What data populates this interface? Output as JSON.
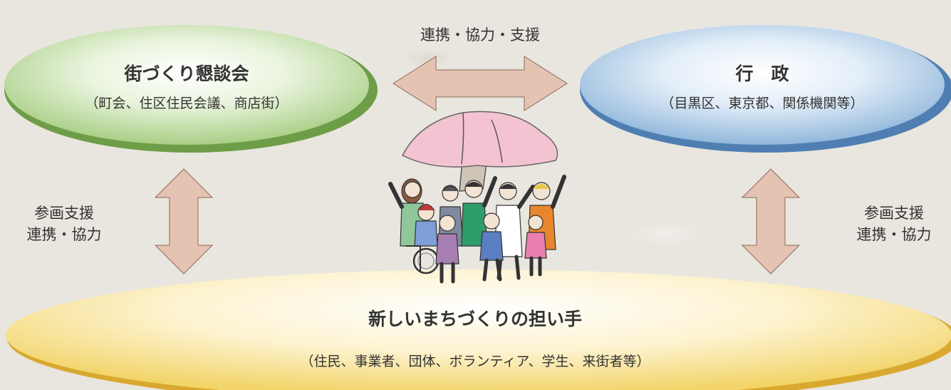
{
  "left_node": {
    "title": "街づくり懇談会",
    "subtitle": "（町会、住区住民会議、商店街）"
  },
  "right_node": {
    "title": "行　政",
    "subtitle": "（目黒区、東京都、関係機関等）"
  },
  "bottom_node": {
    "title": "新しいまちづくりの担い手",
    "subtitle": "（住民、事業者、団体、ボランティア、学生、来街者等）"
  },
  "top_arrow_label": "連携・協力・支援",
  "left_arrow_label": {
    "line1": "参画支援",
    "line2": "連携・協力"
  },
  "right_arrow_label": {
    "line1": "参画支援",
    "line2": "連携・協力"
  },
  "colors": {
    "left_node": "#a9cf86",
    "right_node": "#92b8dc",
    "bottom_node": "#f2d468",
    "arrow_fill": "#e5c3b3",
    "tree_canopy": "#f4c3d2"
  }
}
